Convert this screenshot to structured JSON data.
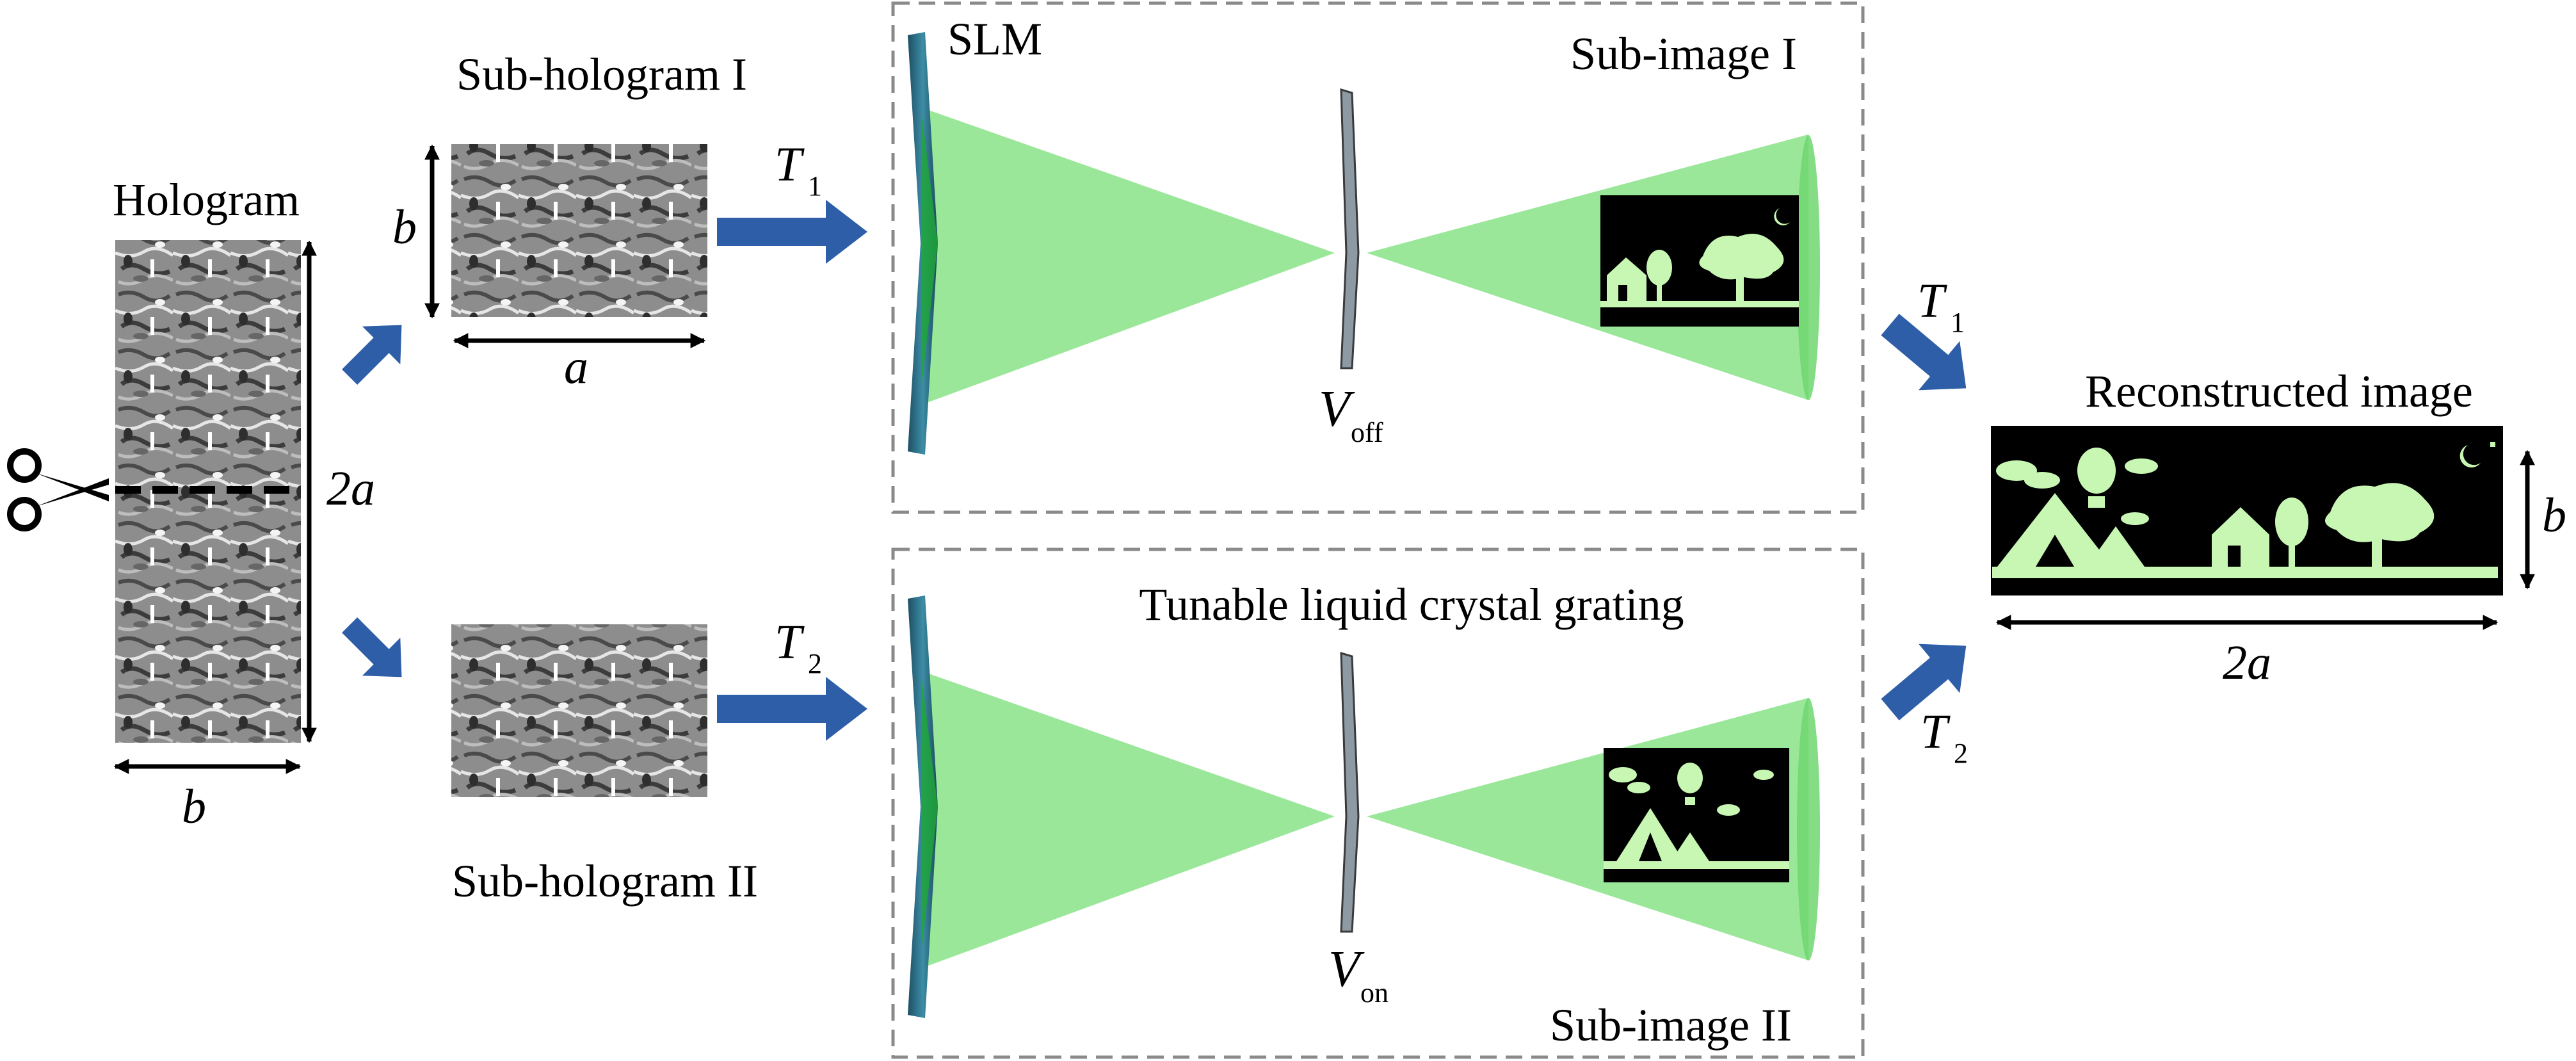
{
  "labels": {
    "hologram": "Hologram",
    "sub_hologram_1": "Sub-hologram I",
    "sub_hologram_2": "Sub-hologram II",
    "slm": "SLM",
    "sub_image_1": "Sub-image I",
    "sub_image_2": "Sub-image II",
    "tunable_grating": "Tunable liquid crystal grating",
    "reconstructed_image": "Reconstructed image"
  },
  "dimensions": {
    "a": "a",
    "b": "b",
    "two_a": "2a",
    "two": "2"
  },
  "symbols": {
    "T": "T",
    "sub1": "1",
    "sub2": "2",
    "V": "V",
    "off": "off",
    "on": "on"
  },
  "colors": {
    "arrow_blue": "#2f5ea8",
    "beam_green": "#7ee07e",
    "scene_green": "#c8f7b4",
    "slm_blue": "#2c6f86"
  }
}
